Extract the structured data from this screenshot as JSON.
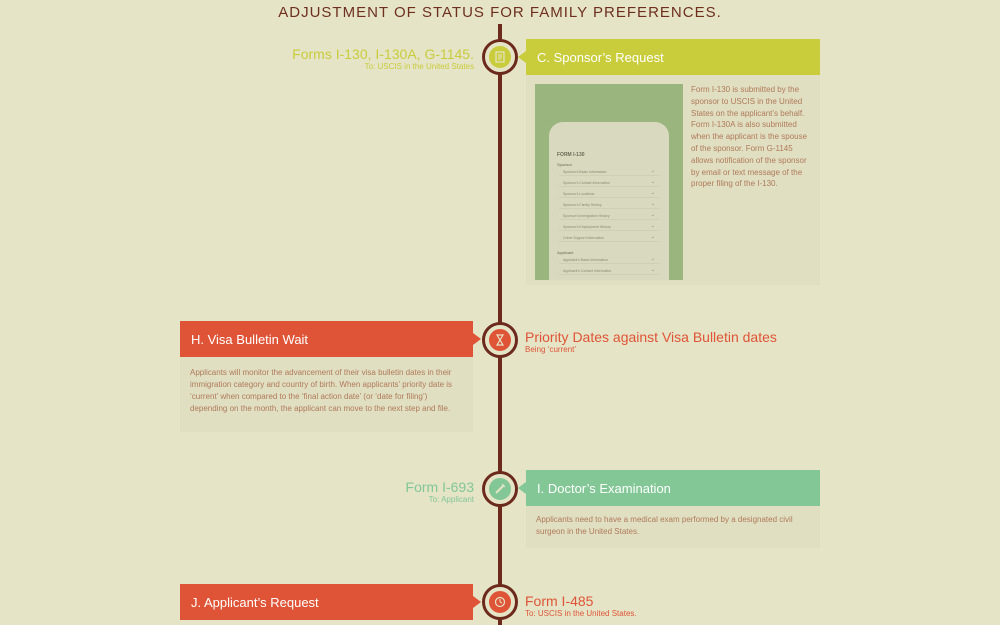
{
  "page_title": "ADJUSTMENT OF STATUS FOR FAMILY PREFERENCES.",
  "colors": {
    "green": "#c9cc3b",
    "red": "#df5436",
    "mint": "#82c795",
    "line": "#6b2a1c",
    "background": "#e5e4c7"
  },
  "steps": [
    {
      "icon": "document-icon",
      "side_main": "Forms I-130, I-130A, G-1145.",
      "side_sub": "To: USCIS in the United States",
      "title": "C. Sponsor’s Request",
      "body": "Form I-130 is submitted by the sponsor to USCIS in the United States on the applicant’s behalf. Form I-130A is also submitted when the applicant is the spouse of the sponsor. Form G-1145 allows notification of the sponsor by email or text message of the proper filing of the I-130.",
      "image": {
        "form_title": "FORM I-130",
        "section_sponsor": "Sponsor",
        "sponsor_rows": [
          "Sponsor's Basic Information",
          "Sponsor's Contact Information",
          "Sponsor's Locations",
          "Sponsor's Family History",
          "Sponsor's Immigration History",
          "Sponsor's Employment History",
          "Crime Support Information"
        ],
        "section_applicant": "Applicant",
        "applicant_rows": [
          "Applicant's Basic Information",
          "Applicant's Contact Information"
        ]
      }
    },
    {
      "icon": "hourglass-icon",
      "side_main": "Priority Dates against Visa Bulletin dates",
      "side_sub": "Being ‘current’",
      "title": "H. Visa Bulletin Wait",
      "body": "Applicants will monitor the advancement of their visa bulletin dates in their immigration category and country of birth. When applicants’ priority date is ‘current’ when compared to the ‘final action date’ (or ‘date for filing’) depending on the month, the applicant can move to the next step and file."
    },
    {
      "icon": "syringe-icon",
      "side_main": "Form I-693",
      "side_sub": "To: Applicant",
      "title": "I. Doctor’s Examination",
      "body": "Applicants need to have a medical exam performed by a designated civil surgeon in the United States."
    },
    {
      "icon": "clock-icon",
      "side_main": "Form I-485",
      "side_sub": "To: USCIS in the United States.",
      "title": "J. Applicant’s Request"
    }
  ]
}
